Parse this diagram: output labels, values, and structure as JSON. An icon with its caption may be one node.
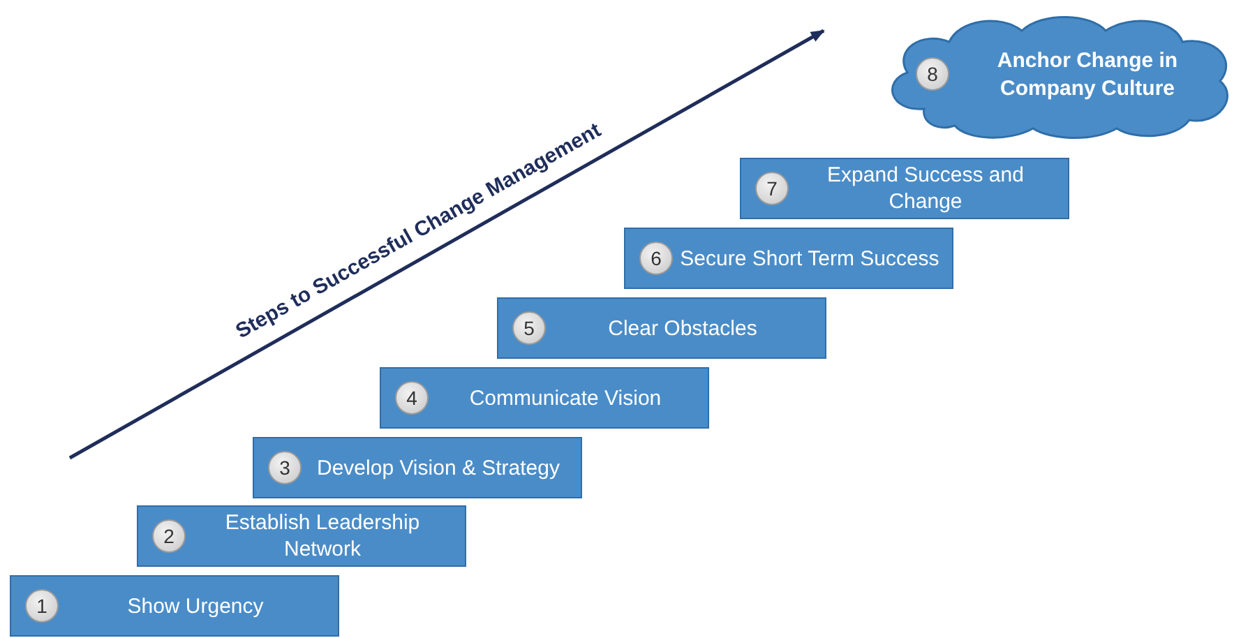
{
  "diagram": {
    "nodes": [
      {
        "text": [
          "Show Urgency"
        ]
      },
      {
        "text": [
          "1"
        ],
        "in": 0
      },
      {
        "text": [
          "Establish Leadership Network"
        ]
      },
      {
        "text": [
          "2"
        ],
        "in": 2
      },
      {
        "text": [
          "Develop Vision & Strategy"
        ]
      },
      {
        "text": [
          "3"
        ],
        "in": 4
      },
      {
        "text": [
          "Communicate Vision"
        ]
      },
      {
        "text": [
          "4"
        ],
        "in": 6
      },
      {
        "text": [
          "Clear Obstacles"
        ]
      },
      {
        "text": [
          "5"
        ],
        "in": 8
      },
      {
        "text": [
          "Secure Short Term Success"
        ]
      },
      {
        "text": [
          "6"
        ],
        "in": 10
      },
      {
        "text": [
          "Expand Success and Change"
        ]
      },
      {
        "text": [
          "7"
        ],
        "in": 12
      },
      {
        "text": [
          "Anchor Change in Company Culture"
        ]
      },
      {
        "text": [
          "8"
        ],
        "in": 14
      }
    ],
    "labels": [
      "Steps to Successful Change Management"
    ]
  }
}
